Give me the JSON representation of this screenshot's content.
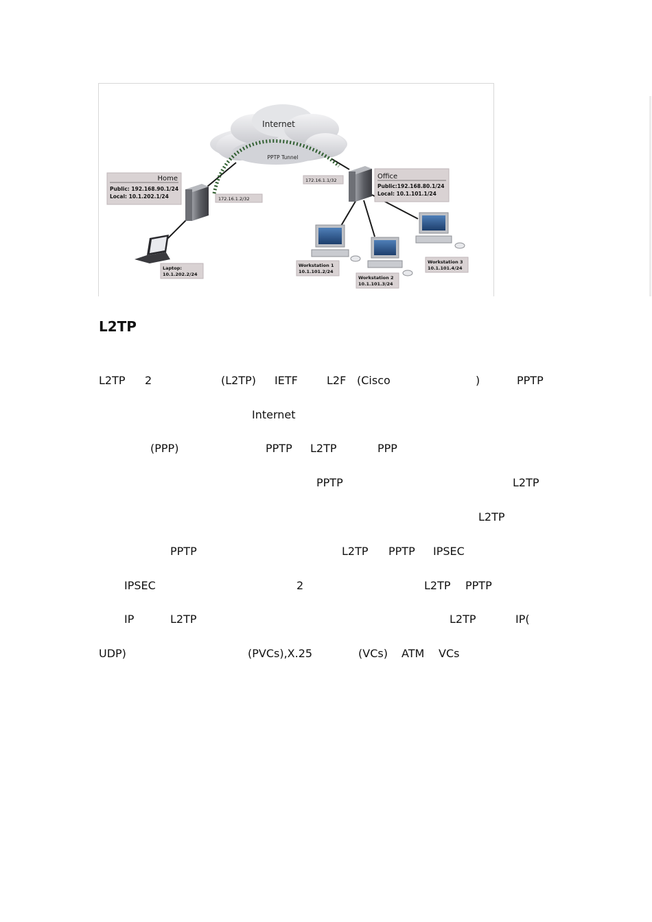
{
  "diagram": {
    "internet": "Internet",
    "tunnel": "PPTP Tunnel",
    "home": {
      "title": "Home",
      "public": "Public: 192.168.90.1/24",
      "local": "Local: 10.1.202.1/24"
    },
    "office": {
      "title": "Office",
      "public": "Public:192.168.80.1/24",
      "local": "Local: 10.1.101.1/24"
    },
    "home_tunnel_ip": "172.16.1.2/32",
    "office_tunnel_ip": "172.16.1.1/32",
    "laptop": {
      "name": "Laptop:",
      "ip": "10.1.202.2/24"
    },
    "ws1": {
      "name": "Workstation 1",
      "ip": "10.1.101.2/24"
    },
    "ws2": {
      "name": "Workstation 2",
      "ip": "10.1.101.3/24"
    },
    "ws3": {
      "name": "Workstation 3",
      "ip": "10.1.101.4/24"
    }
  },
  "heading": "L2TP",
  "lines": [
    [
      "L2TP",
      "2",
      "(L2TP)",
      "IETF",
      "L2F",
      "(Cisco",
      ")",
      "PPTP"
    ],
    [
      "Internet"
    ],
    [
      "(PPP)",
      "PPTP",
      "L2TP",
      "PPP"
    ],
    [
      "PPTP",
      "L2TP"
    ],
    [
      "L2TP"
    ],
    [
      "PPTP",
      "L2TP",
      "PPTP",
      "IPSEC"
    ],
    [
      "IPSEC",
      "2",
      "L2TP",
      "PPTP"
    ],
    [
      "IP",
      "L2TP",
      "L2TP",
      "IP("
    ],
    [
      "UDP)",
      "(PVCs),X.25",
      "(VCs)",
      "ATM",
      "VCs"
    ]
  ]
}
